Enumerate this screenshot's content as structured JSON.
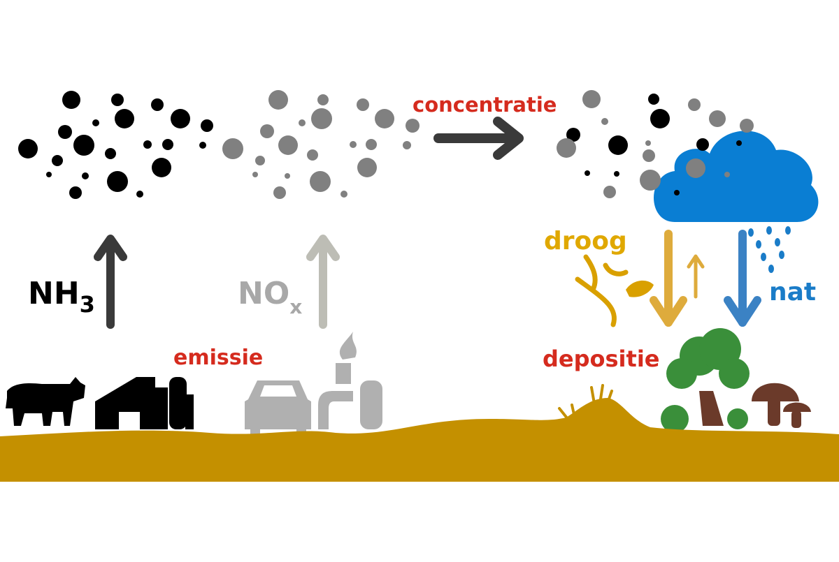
{
  "labels": {
    "nh3_main": "NH",
    "nh3_sub": "3",
    "nox_main": "NO",
    "nox_sub": "x",
    "emission": "emissie",
    "concentration": "concentratie",
    "dry": "droog",
    "wet": "nat",
    "deposition": "depositie"
  },
  "colors": {
    "accent_red": "#d52b1e",
    "ground": "#c49000",
    "dry": "#e0a800",
    "wet": "#1a7cc8",
    "cloud": "#0a7ed3",
    "nh3": "#000000",
    "nox": "#a8a8a8",
    "tree": "#3a8f3a",
    "trunk": "#6b3a2a"
  },
  "sources": {
    "nh3": [
      "cow-icon",
      "barn-icon"
    ],
    "nox": [
      "car-icon",
      "factory-icon"
    ]
  }
}
